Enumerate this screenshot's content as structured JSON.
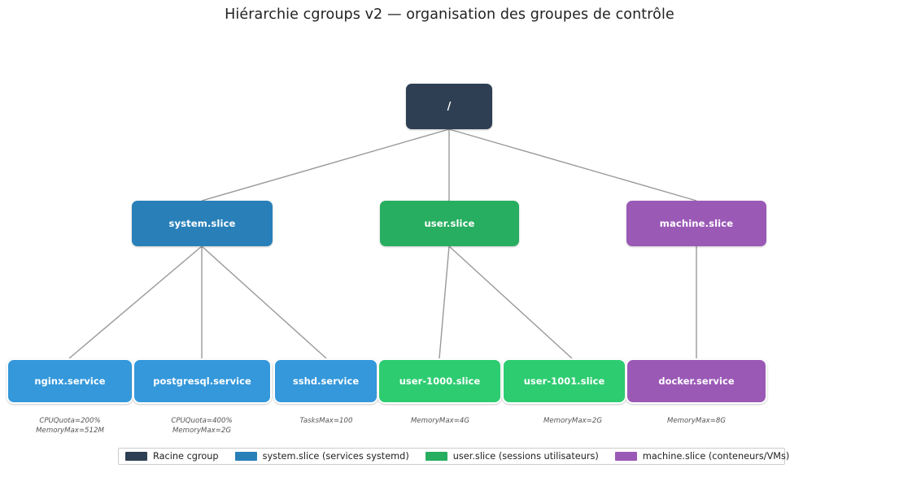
{
  "title": "Hiérarchie cgroups v2 — organisation des groupes de contrôle",
  "colors": {
    "root": "#2e3f53",
    "system": "#2980b9",
    "user": "#27ae60",
    "machine": "#9b59b6",
    "leaf_system": "#3498db",
    "leaf_user": "#2ecc71",
    "leaf_machine": "#9b59b6",
    "edge": "#999999",
    "background": "#ffffff"
  },
  "nodes": {
    "root": {
      "label": "/"
    },
    "level2": [
      {
        "label": "system.slice"
      },
      {
        "label": "user.slice"
      },
      {
        "label": "machine.slice"
      }
    ],
    "leaves": [
      {
        "label": "nginx.service",
        "annotation": "CPUQuota=200%\nMemoryMax=512M"
      },
      {
        "label": "postgresql.service",
        "annotation": "CPUQuota=400%\nMemoryMax=2G"
      },
      {
        "label": "sshd.service",
        "annotation": "TasksMax=100"
      },
      {
        "label": "user-1000.slice",
        "annotation": "MemoryMax=4G"
      },
      {
        "label": "user-1001.slice",
        "annotation": "MemoryMax=2G"
      },
      {
        "label": "docker.service",
        "annotation": "MemoryMax=8G"
      }
    ]
  },
  "legend": [
    {
      "label": "Racine cgroup",
      "color": "#2e3f53"
    },
    {
      "label": "system.slice (services systemd)",
      "color": "#2980b9"
    },
    {
      "label": "user.slice (sessions utilisateurs)",
      "color": "#27ae60"
    },
    {
      "label": "machine.slice (conteneurs/VMs)",
      "color": "#9b59b6"
    }
  ]
}
